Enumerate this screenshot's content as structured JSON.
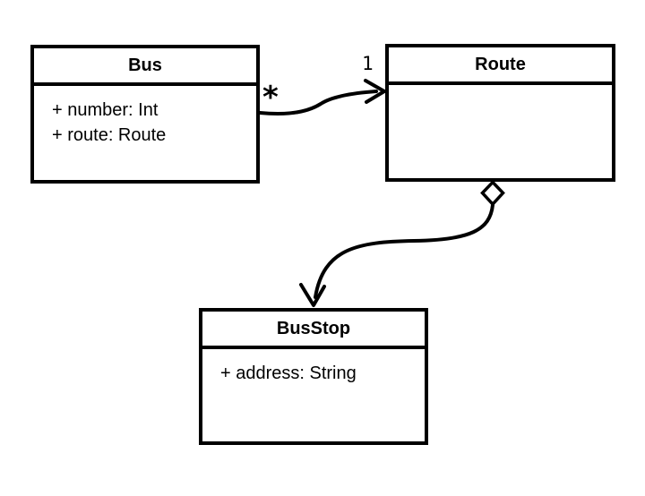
{
  "diagram": {
    "type": "uml-class-diagram",
    "background": "#ffffff",
    "stroke_color": "#000000",
    "classes": [
      {
        "name": "Bus",
        "attributes": [
          "+ number: Int",
          "+ route: Route"
        ]
      },
      {
        "name": "Route",
        "attributes": []
      },
      {
        "name": "BusStop",
        "attributes": [
          "+ address: String"
        ]
      }
    ],
    "associations": [
      {
        "from": "Bus",
        "to": "Route",
        "kind": "directed-association",
        "source_multiplicity": "*",
        "target_multiplicity": "1"
      },
      {
        "from": "Route",
        "to": "BusStop",
        "kind": "directed-aggregation",
        "source_multiplicity": "",
        "target_multiplicity": ""
      }
    ]
  }
}
